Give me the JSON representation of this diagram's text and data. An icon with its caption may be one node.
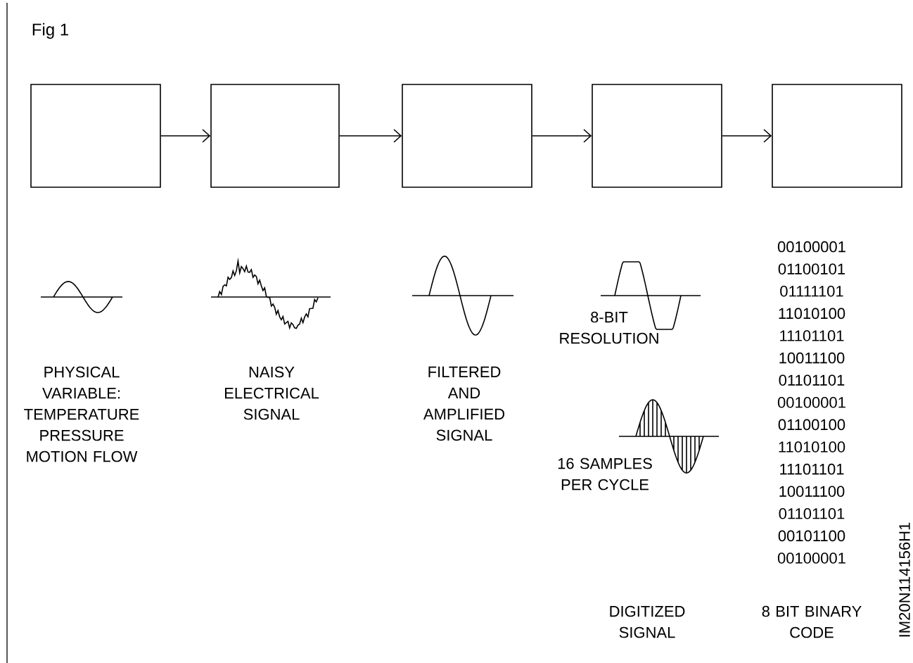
{
  "diagram": {
    "title": "Fig 1",
    "nodes": [
      {
        "text": [],
        "shape": "box"
      },
      {
        "text": [],
        "shape": "box"
      },
      {
        "text": [],
        "shape": "box"
      },
      {
        "text": [],
        "shape": "box"
      },
      {
        "text": [],
        "shape": "box"
      }
    ],
    "edges": [
      {
        "from": 0,
        "to": 1,
        "arrow": "to"
      },
      {
        "from": 1,
        "to": 2,
        "arrow": "to"
      },
      {
        "from": 2,
        "to": 3,
        "arrow": "to"
      },
      {
        "from": 3,
        "to": 4,
        "arrow": "to"
      }
    ],
    "labels": [
      "00100001",
      "01100101",
      "01111101",
      "11010100",
      "11101101",
      "10011100",
      "01101101",
      "00100001",
      "01100100",
      "11010100",
      "11101101",
      "10011100",
      "01101101",
      "00101100",
      "00100001",
      "8-BIT RESOLUTION",
      "PHYSICAL VARIABLE: TEMPERATURE PRESSURE MOTION FLOW",
      "NAISY ELECTRICAL SIGNAL",
      "FILTERED AND AMPLIFIED SIGNAL",
      "16 SAMPLES PER CYCLE",
      "IM20N114156H1",
      "DIGITIZED SIGNAL",
      "8 BIT BINARY CODE"
    ]
  }
}
